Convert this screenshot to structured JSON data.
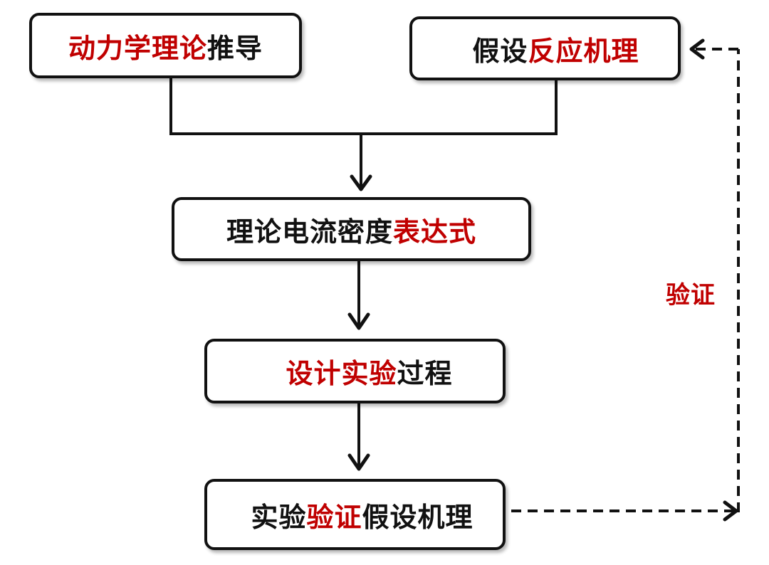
{
  "diagram": {
    "colors": {
      "accent": "#c00000",
      "text": "#111111",
      "line": "#111111"
    },
    "nodes": [
      {
        "id": "kinetics",
        "segments": [
          {
            "text": "动力学理论",
            "color": "red"
          },
          {
            "text": "推导",
            "color": "black"
          }
        ]
      },
      {
        "id": "hypothesis",
        "segments": [
          {
            "text": "假设",
            "color": "black"
          },
          {
            "text": "反应机理",
            "color": "red"
          }
        ]
      },
      {
        "id": "expression",
        "segments": [
          {
            "text": "理论电流密度",
            "color": "black"
          },
          {
            "text": "表达式",
            "color": "red"
          }
        ]
      },
      {
        "id": "design",
        "segments": [
          {
            "text": "设计实验",
            "color": "red"
          },
          {
            "text": "过程",
            "color": "black"
          }
        ]
      },
      {
        "id": "verify",
        "segments": [
          {
            "text": "实验",
            "color": "black"
          },
          {
            "text": "验证",
            "color": "red"
          },
          {
            "text": "假设机理",
            "color": "black"
          }
        ]
      }
    ],
    "edges": [
      {
        "from": [
          "kinetics",
          "hypothesis"
        ],
        "to": "expression",
        "style": "solid"
      },
      {
        "from": "expression",
        "to": "design",
        "style": "solid"
      },
      {
        "from": "design",
        "to": "verify",
        "style": "solid"
      },
      {
        "from": "verify",
        "to": "hypothesis",
        "style": "dashed",
        "label": "验证"
      }
    ],
    "feedback_label": "验证"
  }
}
